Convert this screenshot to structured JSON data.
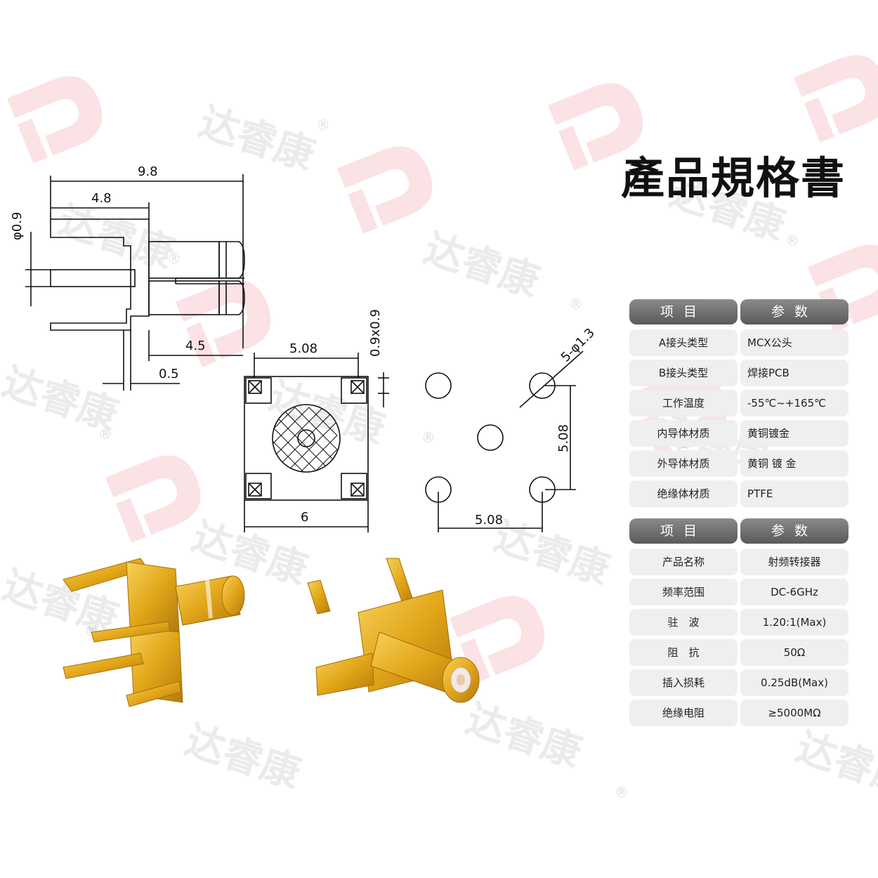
{
  "title": "產品規格書",
  "watermark": {
    "brand_text": "达睿康",
    "registered_mark": "®",
    "logo_color": "#e84a5a"
  },
  "drawing": {
    "side_view": {
      "overall": "9.8",
      "body": "4.8",
      "pin_dia": "φ0.9",
      "pin_length": "4.5",
      "pin_offset": "0.5"
    },
    "bottom_view": {
      "pitch": "5.08",
      "pad": "0.9x0.9",
      "width": "6"
    },
    "footprint": {
      "holes": "5-φ1.3",
      "pitch_y": "5.08",
      "pitch_x": "5.08"
    }
  },
  "spec_table_1": {
    "header": {
      "item": "项目",
      "value": "参数"
    },
    "rows": [
      {
        "item": "A接头类型",
        "value": "MCX公头"
      },
      {
        "item": "B接头类型",
        "value": "焊接PCB"
      },
      {
        "item": "工作温度",
        "value": "-55℃~+165℃"
      },
      {
        "item": "内导体材质",
        "value": "黄铜镀金"
      },
      {
        "item": "外导体材质",
        "value": "黄铜 镀 金"
      },
      {
        "item": "绝缘体材质",
        "value": "PTFE"
      }
    ]
  },
  "spec_table_2": {
    "header": {
      "item": "项目",
      "value": "参数"
    },
    "rows": [
      {
        "item": "产品名称",
        "value": "射频转接器"
      },
      {
        "item": "频率范围",
        "value": "DC-6GHz"
      },
      {
        "item": "驻　波",
        "value": "1.20:1(Max)"
      },
      {
        "item": "阻　抗",
        "value": "50Ω"
      },
      {
        "item": "插入损耗",
        "value": "0.25dB(Max)"
      },
      {
        "item": "绝缘电阻",
        "value": "≥5000MΩ"
      }
    ]
  },
  "colors": {
    "gold": "#e2a619",
    "header_gray": "#6b6b6b",
    "cell_gray": "#efefef"
  }
}
